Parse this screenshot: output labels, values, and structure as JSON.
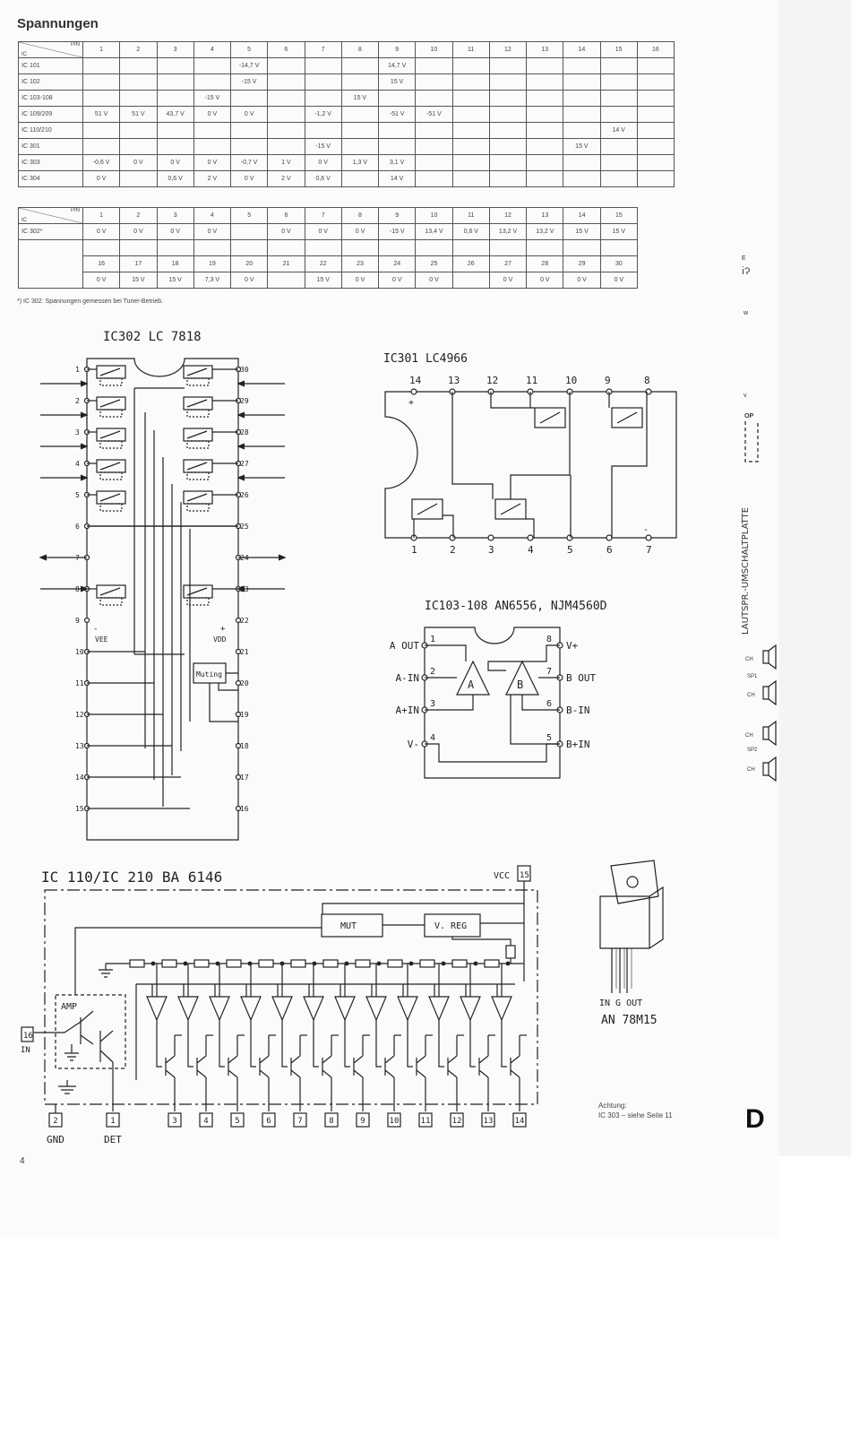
{
  "title": "Spannungen",
  "table1": {
    "corner_pin": "PIN",
    "corner_ic": "IC",
    "pins": [
      "1",
      "2",
      "3",
      "4",
      "5",
      "6",
      "7",
      "8",
      "9",
      "10",
      "11",
      "12",
      "13",
      "14",
      "15",
      "16"
    ],
    "rows": [
      {
        "ic": "IC 101",
        "cells": [
          "",
          "",
          "",
          "",
          "-14,7 V",
          "",
          "",
          "",
          "14,7 V",
          "",
          "",
          "",
          "",
          "",
          "",
          ""
        ]
      },
      {
        "ic": "IC 102",
        "cells": [
          "",
          "",
          "",
          "",
          "-15 V",
          "",
          "",
          "",
          "15 V",
          "",
          "",
          "",
          "",
          "",
          "",
          ""
        ]
      },
      {
        "ic": "IC 103-108",
        "cells": [
          "",
          "",
          "",
          "-15 V",
          "",
          "",
          "",
          "15 V",
          "",
          "",
          "",
          "",
          "",
          "",
          "",
          ""
        ]
      },
      {
        "ic": "IC 109/209",
        "cells": [
          "51 V",
          "51 V",
          "43,7 V",
          "0 V",
          "0 V",
          "",
          "-1,2 V",
          "",
          "-51 V",
          "-51 V",
          "",
          "",
          "",
          "",
          "",
          ""
        ]
      },
      {
        "ic": "IC 110/210",
        "cells": [
          "",
          "",
          "",
          "",
          "",
          "",
          "",
          "",
          "",
          "",
          "",
          "",
          "",
          "",
          "14 V",
          ""
        ]
      },
      {
        "ic": "IC 301",
        "cells": [
          "",
          "",
          "",
          "",
          "",
          "",
          "-15 V",
          "",
          "",
          "",
          "",
          "",
          "",
          "15 V",
          "",
          ""
        ]
      },
      {
        "ic": "IC 303",
        "cells": [
          "-0,6 V",
          "0 V",
          "0 V",
          "0 V",
          "-0,7 V",
          "1 V",
          "0 V",
          "1,3 V",
          "3,1 V",
          "",
          "",
          "",
          "",
          "",
          "",
          ""
        ]
      },
      {
        "ic": "IC 304",
        "cells": [
          "0 V",
          "",
          "0,6 V",
          "2 V",
          "0 V",
          "2 V",
          "0,6 V",
          "",
          "14 V",
          "",
          "",
          "",
          "",
          "",
          "",
          ""
        ]
      }
    ]
  },
  "table2": {
    "corner_pin": "PIN",
    "corner_ic": "IC",
    "pins_a": [
      "1",
      "2",
      "3",
      "4",
      "5",
      "6",
      "7",
      "8",
      "9",
      "10",
      "11",
      "12",
      "13",
      "14",
      "15"
    ],
    "ic": "IC 302*",
    "values_a": [
      "0 V",
      "0 V",
      "0 V",
      "0 V",
      "",
      "0 V",
      "0 V",
      "0 V",
      "-15 V",
      "13,4 V",
      "0,6 V",
      "13,2 V",
      "13,2 V",
      "15 V",
      "15 V"
    ],
    "pins_b": [
      "16",
      "17",
      "18",
      "19",
      "20",
      "21",
      "22",
      "23",
      "24",
      "25",
      "26",
      "27",
      "28",
      "29",
      "30"
    ],
    "values_b": [
      "0 V",
      "15 V",
      "15 V",
      "7,3 V",
      "0 V",
      "",
      "15 V",
      "0 V",
      "0 V",
      "0 V",
      "",
      "0 V",
      "0 V",
      "0 V",
      "0 V"
    ]
  },
  "footnote": "*) IC 302: Spannungen gemessen bei Tuner-Betrieb.",
  "ic302": {
    "title": "IC302  LC 7818",
    "pins_left": [
      "1",
      "2",
      "3",
      "4",
      "5",
      "6",
      "7",
      "8",
      "9",
      "10",
      "11",
      "12",
      "13",
      "14",
      "15"
    ],
    "pins_right": [
      "30",
      "29",
      "28",
      "27",
      "26",
      "25",
      "24",
      "23",
      "22",
      "21",
      "20",
      "19",
      "18",
      "17",
      "16"
    ],
    "vee": "VEE",
    "vdd": "VDD",
    "muting": "Muting",
    "minus": "-",
    "plus": "+"
  },
  "ic301": {
    "title": "IC301  LC4966",
    "top_pins": [
      "14",
      "13",
      "12",
      "11",
      "10",
      "9",
      "8"
    ],
    "bottom_pins": [
      "1",
      "2",
      "3",
      "4",
      "5",
      "6",
      "7"
    ],
    "plus": "+",
    "minus": "-"
  },
  "ic103": {
    "title": "IC103-108  AN6556,  NJM4560D",
    "left_labels": [
      "A OUT",
      "A-IN",
      "A+IN",
      "V-"
    ],
    "left_pins": [
      "1",
      "2",
      "3",
      "4"
    ],
    "right_labels": [
      "V+",
      "B OUT",
      "B-IN",
      "B+IN"
    ],
    "right_pins": [
      "8",
      "7",
      "6",
      "5"
    ],
    "amp_a": "A",
    "amp_b": "B"
  },
  "ic110": {
    "title": "IC 110/IC 210     BA 6146",
    "vcc": "VCC",
    "vcc_pin": "15",
    "mut": "MUT",
    "vreg": "V. REG",
    "amp": "AMP",
    "in_pin": "16",
    "in_label": "IN",
    "bottom_pins": [
      "2",
      "1",
      "3",
      "4",
      "5",
      "6",
      "7",
      "8",
      "9",
      "10",
      "11",
      "12",
      "13",
      "14"
    ],
    "gnd": "GND",
    "det": "DET"
  },
  "regulator": {
    "pins": "IN  G  OUT",
    "name": "AN 78M15"
  },
  "note": {
    "line1": "Achtung:",
    "line2": "IC 303 – siehe Seite 11"
  },
  "page_number": "4",
  "side": {
    "vertical": "LAUTSPR.-UMSCHALTPLATTE",
    "ch": "CH",
    "sp1": "SP1",
    "sp2": "SP2"
  }
}
